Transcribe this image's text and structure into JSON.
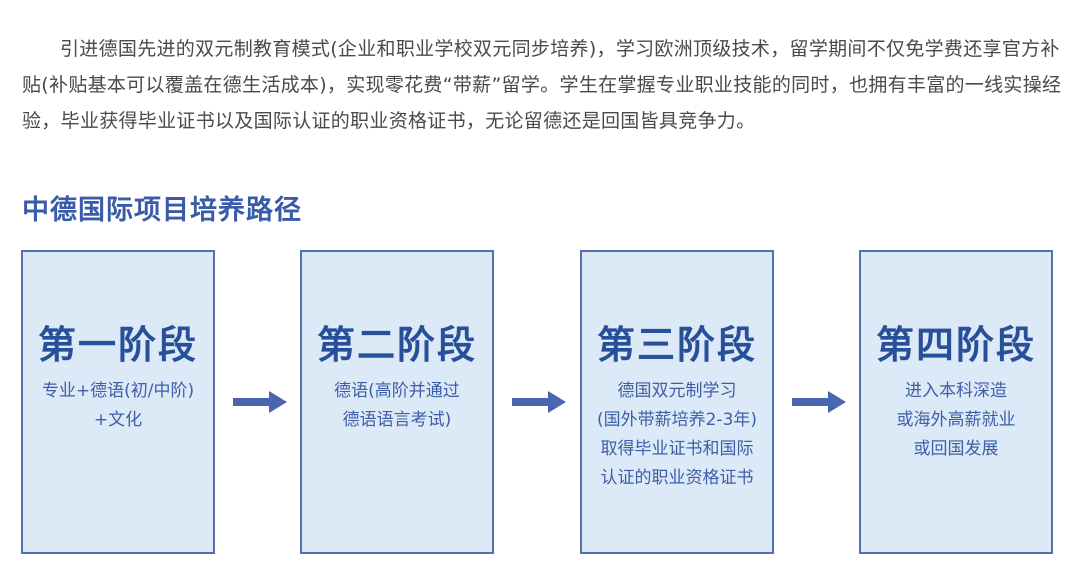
{
  "intro": "引进德国先进的双元制教育模式(企业和职业学校双元同步培养)，学习欧洲顶级技术，留学期间不仅免学费还享官方补贴(补贴基本可以覆盖在德生活成本)，实现零花费“带薪”留学。学生在掌握专业职业技能的同时，也拥有丰富的一线实操经验，毕业获得毕业证书以及国际认证的职业资格证书，无论留德还是回国皆具竞争力。",
  "heading": "中德国际项目培养路径",
  "stages": [
    {
      "title": "第一阶段",
      "desc": "专业+德语(初/中阶)\n+文化"
    },
    {
      "title": "第二阶段",
      "desc": "德语(高阶并通过\n德语语言考试)"
    },
    {
      "title": "第三阶段",
      "desc": "德国双元制学习\n(国外带薪培养2-3年)\n取得毕业证书和国际\n认证的职业资格证书"
    },
    {
      "title": "第四阶段",
      "desc": "进入本科深造\n或海外高薪就业\n或回国发展"
    }
  ],
  "colors": {
    "accent": "#3a5ca8",
    "box_fill": "#dce9f6",
    "box_border": "#5570b0",
    "arrow": "#4a66b0"
  }
}
